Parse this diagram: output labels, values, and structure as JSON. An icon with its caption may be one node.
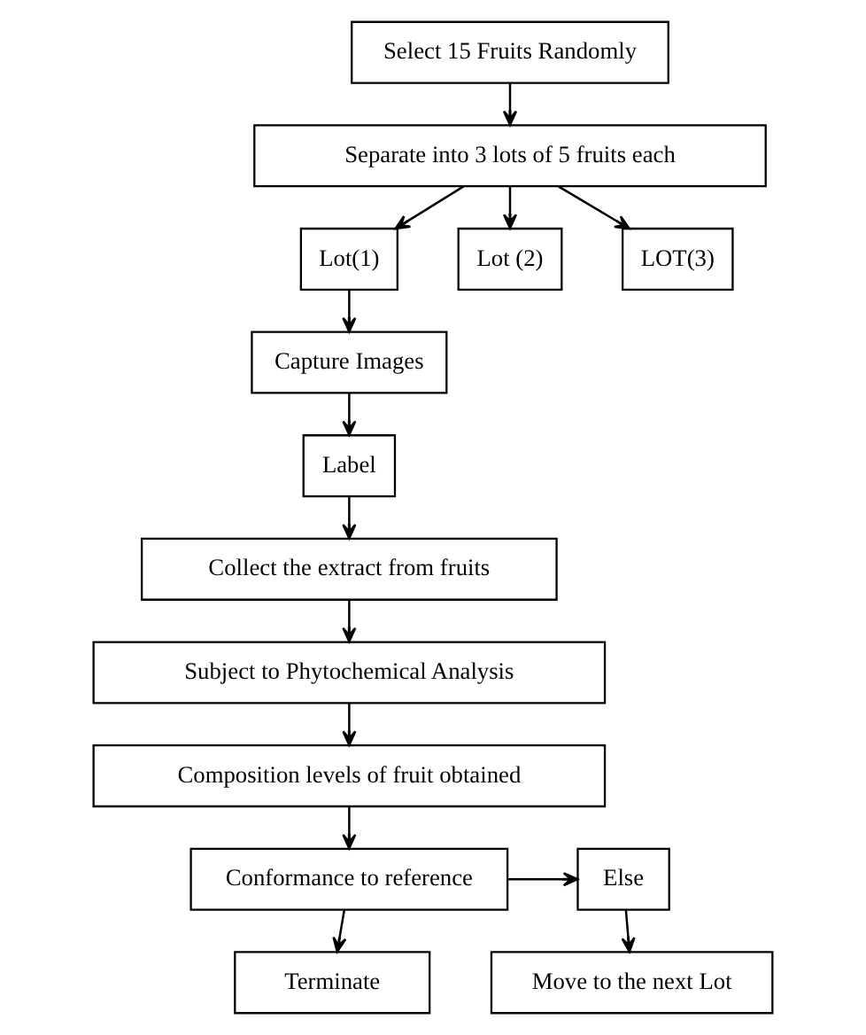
{
  "diagram": {
    "nodes": [
      {
        "text": [
          "Select 15 Fruits Randomly"
        ]
      },
      {
        "text": [
          "Separate into 3 lots of 5 fruits each"
        ]
      },
      {
        "text": [
          "Lot(1)"
        ]
      },
      {
        "text": [
          "Lot (2)"
        ]
      },
      {
        "text": [
          "LOT(3)"
        ]
      },
      {
        "text": [
          "Capture Images"
        ]
      },
      {
        "text": [
          "Label"
        ]
      },
      {
        "text": [
          "Collect the extract from fruits"
        ]
      },
      {
        "text": [
          "Subject to Phytochemical Analysis"
        ]
      },
      {
        "text": [
          "Composition levels of fruit obtained"
        ]
      },
      {
        "text": [
          "Conformance to reference"
        ]
      },
      {
        "text": [
          "Else"
        ]
      },
      {
        "text": [
          "Terminate"
        ]
      },
      {
        "text": [
          "Move to the next Lot"
        ]
      }
    ],
    "edges": [
      {
        "from": 0,
        "to": 1,
        "arrow": "to"
      },
      {
        "from": 1,
        "to": 2,
        "arrow": "to"
      },
      {
        "from": 1,
        "to": 3,
        "arrow": "to"
      },
      {
        "from": 1,
        "to": 4,
        "arrow": "to"
      },
      {
        "from": 2,
        "to": 5,
        "arrow": "to"
      },
      {
        "from": 5,
        "to": 6,
        "arrow": "to"
      },
      {
        "from": 6,
        "to": 7,
        "arrow": "to"
      },
      {
        "from": 7,
        "to": 8,
        "arrow": "to"
      },
      {
        "from": 8,
        "to": 9,
        "arrow": "to"
      },
      {
        "from": 9,
        "to": 10,
        "arrow": "to"
      },
      {
        "from": 10,
        "to": 11,
        "arrow": "to"
      },
      {
        "from": 10,
        "to": 12,
        "arrow": "to"
      },
      {
        "from": 11,
        "to": 13,
        "arrow": "to"
      }
    ]
  }
}
